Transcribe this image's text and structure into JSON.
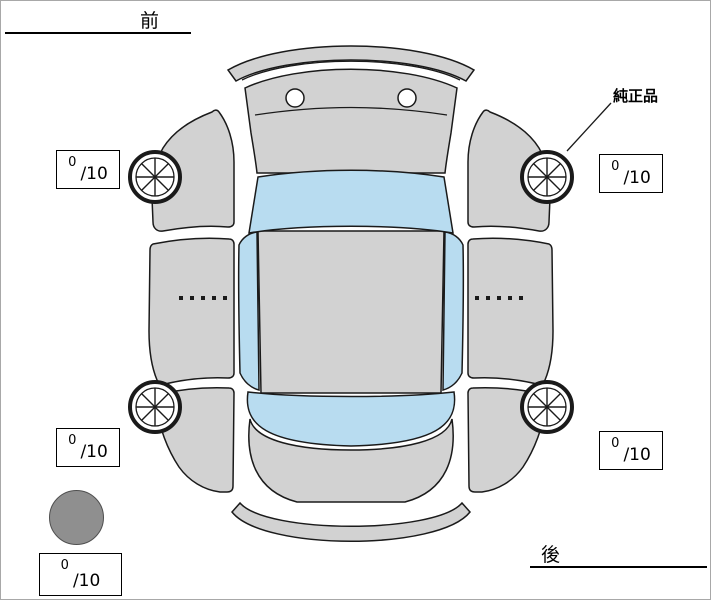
{
  "labels": {
    "front": "前",
    "rear": "後",
    "genuine_part": "純正品"
  },
  "tread_scores": {
    "front_left": {
      "value": "0",
      "scale": "/10"
    },
    "front_right": {
      "value": "0",
      "scale": "/10"
    },
    "rear_left": {
      "value": "0",
      "scale": "/10"
    },
    "rear_right": {
      "value": "0",
      "scale": "/10"
    },
    "spare": {
      "value": "0",
      "scale": "/10"
    }
  },
  "colors": {
    "body": "#d2d2d2",
    "glass": "#b8dcf0",
    "outline": "#1a1a1a",
    "spare": "#8f8f8f",
    "frame": "#a8a8a8"
  }
}
